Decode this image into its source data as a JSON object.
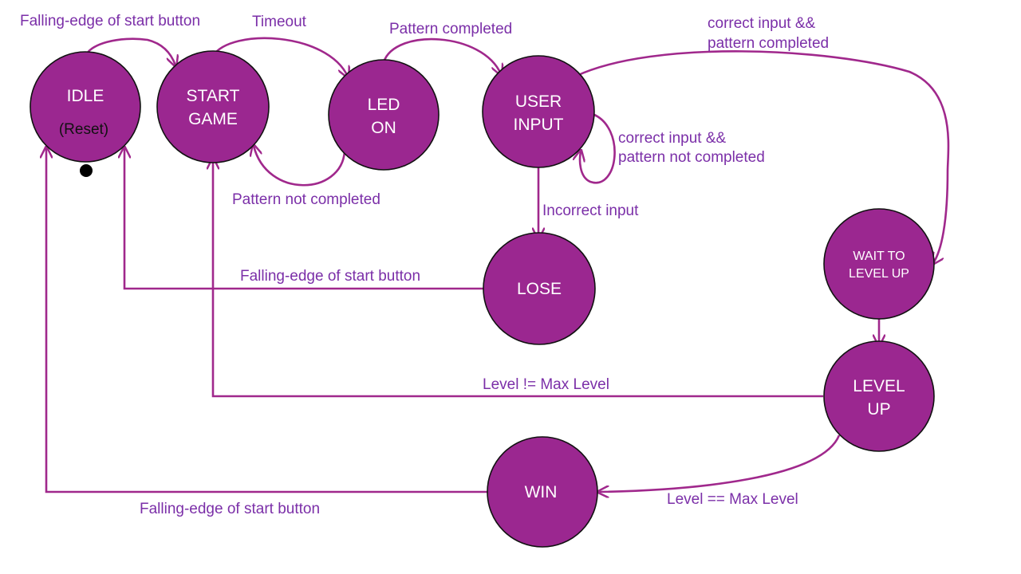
{
  "colors": {
    "state_fill": "#9b2790",
    "state_border": "#111111",
    "arrow": "#a0288c",
    "label_text": "#7b2fa8",
    "state_text": "#ffffff"
  },
  "states": {
    "idle": {
      "line1": "IDLE",
      "line2": "(Reset)"
    },
    "start_game": {
      "line1": "START",
      "line2": "GAME"
    },
    "led_on": {
      "line1": "LED",
      "line2": "ON"
    },
    "user_input": {
      "line1": "USER",
      "line2": "INPUT"
    },
    "lose": {
      "line1": "LOSE"
    },
    "wait_level_up": {
      "line1": "WAIT TO",
      "line2": "LEVEL UP"
    },
    "level_up": {
      "line1": "LEVEL",
      "line2": "UP"
    },
    "win": {
      "line1": "WIN"
    }
  },
  "transitions": {
    "idle_to_start": "Falling-edge of start button",
    "start_to_led": "Timeout",
    "led_to_start": "Pattern not completed",
    "led_to_user": "Pattern completed",
    "user_to_wait": {
      "line1": "correct input &&",
      "line2": "pattern completed"
    },
    "user_self": {
      "line1": "correct input &&",
      "line2": "pattern not completed"
    },
    "user_to_lose": "Incorrect input",
    "lose_to_idle": "Falling-edge of start button",
    "level_to_start": "Level != Max Level",
    "level_to_win": "Level == Max Level",
    "win_to_idle": "Falling-edge of start button"
  }
}
